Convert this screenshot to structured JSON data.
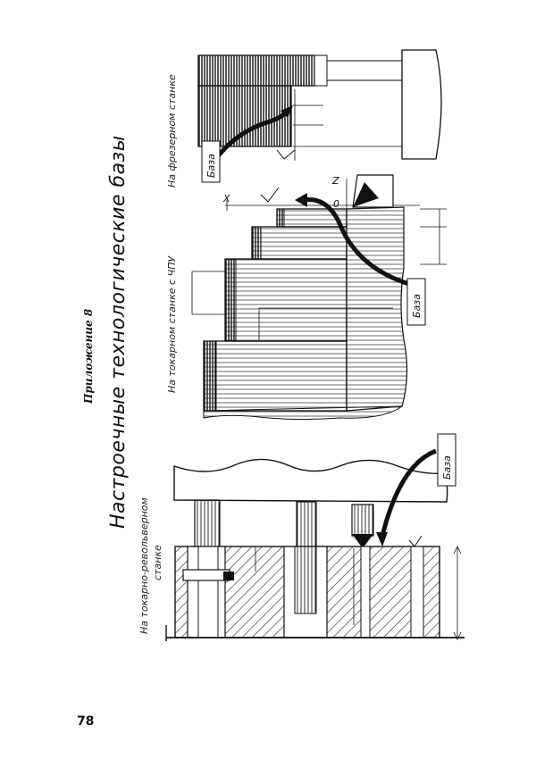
{
  "appendix_label": "Приложение 8",
  "title": "Настроечные технологические базы",
  "captions": {
    "turret_line1": "На токарно-револьверном",
    "turret_line2": "станке",
    "cnc": "На токарном станке с ЧПУ",
    "milling": "На фрезерном станке"
  },
  "base_label": "База",
  "axis_labels": {
    "x": "X",
    "z": "Z",
    "zero": "0"
  },
  "page_number": "78"
}
